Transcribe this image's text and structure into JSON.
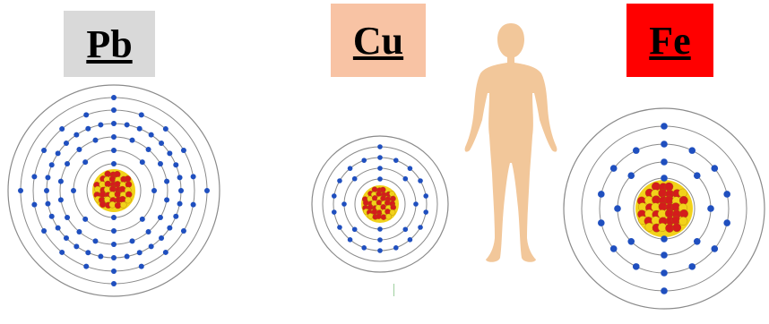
{
  "labels": {
    "pb": "Pb",
    "cu": "Cu",
    "fe": "Fe"
  },
  "colors": {
    "pb_label_bg": "#d9d9d9",
    "cu_label_bg": "#f8c3a4",
    "fe_label_bg": "#ff0000",
    "electron": "#1f4fbf",
    "orbit": "#8a8a8a",
    "nucleus_red": "#d41c1c",
    "nucleus_yellow": "#f2d21a",
    "human": "#f2c79a"
  },
  "atoms": [
    {
      "symbol": "Pb",
      "electrons_per_shell": [
        2,
        8,
        18,
        32,
        18,
        4
      ]
    },
    {
      "symbol": "Cu",
      "electrons_per_shell": [
        2,
        8,
        18,
        1
      ]
    },
    {
      "symbol": "Fe",
      "electrons_per_shell": [
        2,
        8,
        14,
        2
      ]
    }
  ],
  "icons": {
    "human": "human-silhouette-icon"
  }
}
